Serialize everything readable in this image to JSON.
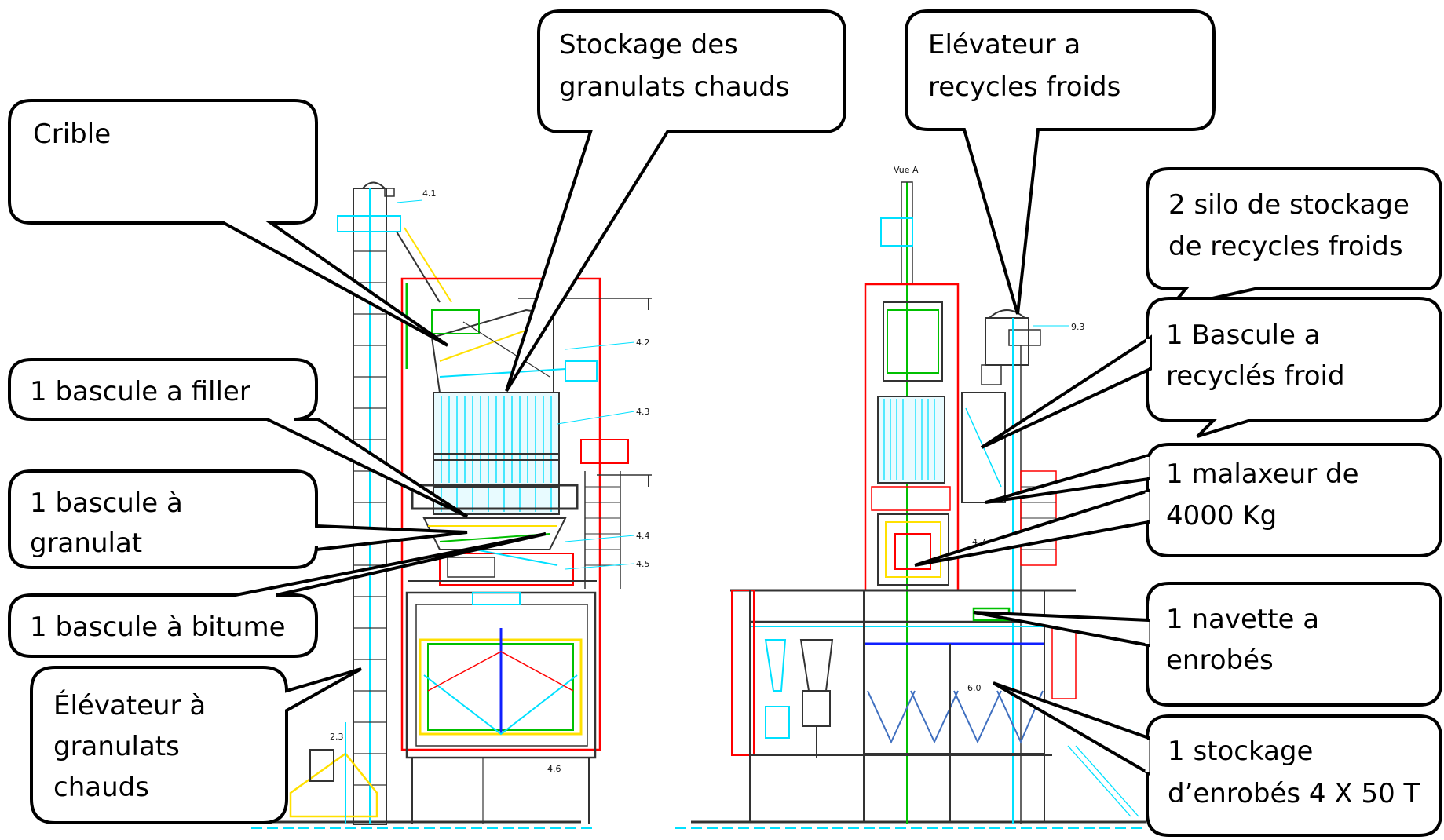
{
  "callouts": {
    "crible": [
      "Crible"
    ],
    "stockage_granulats": [
      "Stockage des",
      "granulats chauds"
    ],
    "elevateur_recycles": [
      "Elévateur a",
      "recycles froids"
    ],
    "silo_recycles": [
      "2 silo de stockage",
      "de recycles froids"
    ],
    "bascule_filler": [
      "1 bascule a filler"
    ],
    "bascule_granulat": [
      "1 bascule à",
      "granulat"
    ],
    "bascule_bitume": [
      "1 bascule à bitume"
    ],
    "elevateur_granulats": [
      "Élévateur à",
      "granulats",
      "chauds"
    ],
    "bascule_recycles": [
      "1  Bascule a",
      "recyclés froid"
    ],
    "malaxeur": [
      "1 malaxeur  de",
      "4000 Kg"
    ],
    "navette": [
      "1 navette a",
      "enrobés"
    ],
    "stockage_enrobes": [
      "1 stockage",
      "d’enrobés  4 X 50 T"
    ]
  },
  "drawing_labels": {
    "vue": "Vue A",
    "l41": "4.1",
    "l42": "4.2",
    "l43": "4.3",
    "l44": "4.4",
    "l45": "4.5",
    "l46": "4.6",
    "l23": "2.3",
    "l93": "9.3",
    "l47": "4.7",
    "l60": "6.0"
  },
  "colors": {
    "outline": "#000000",
    "cyan": "#00e0ff",
    "red": "#ff0000",
    "green": "#00c000",
    "yellow": "#ffe000",
    "blue": "#1020ff",
    "magenta": "#ff00ff",
    "gray": "#555555"
  }
}
